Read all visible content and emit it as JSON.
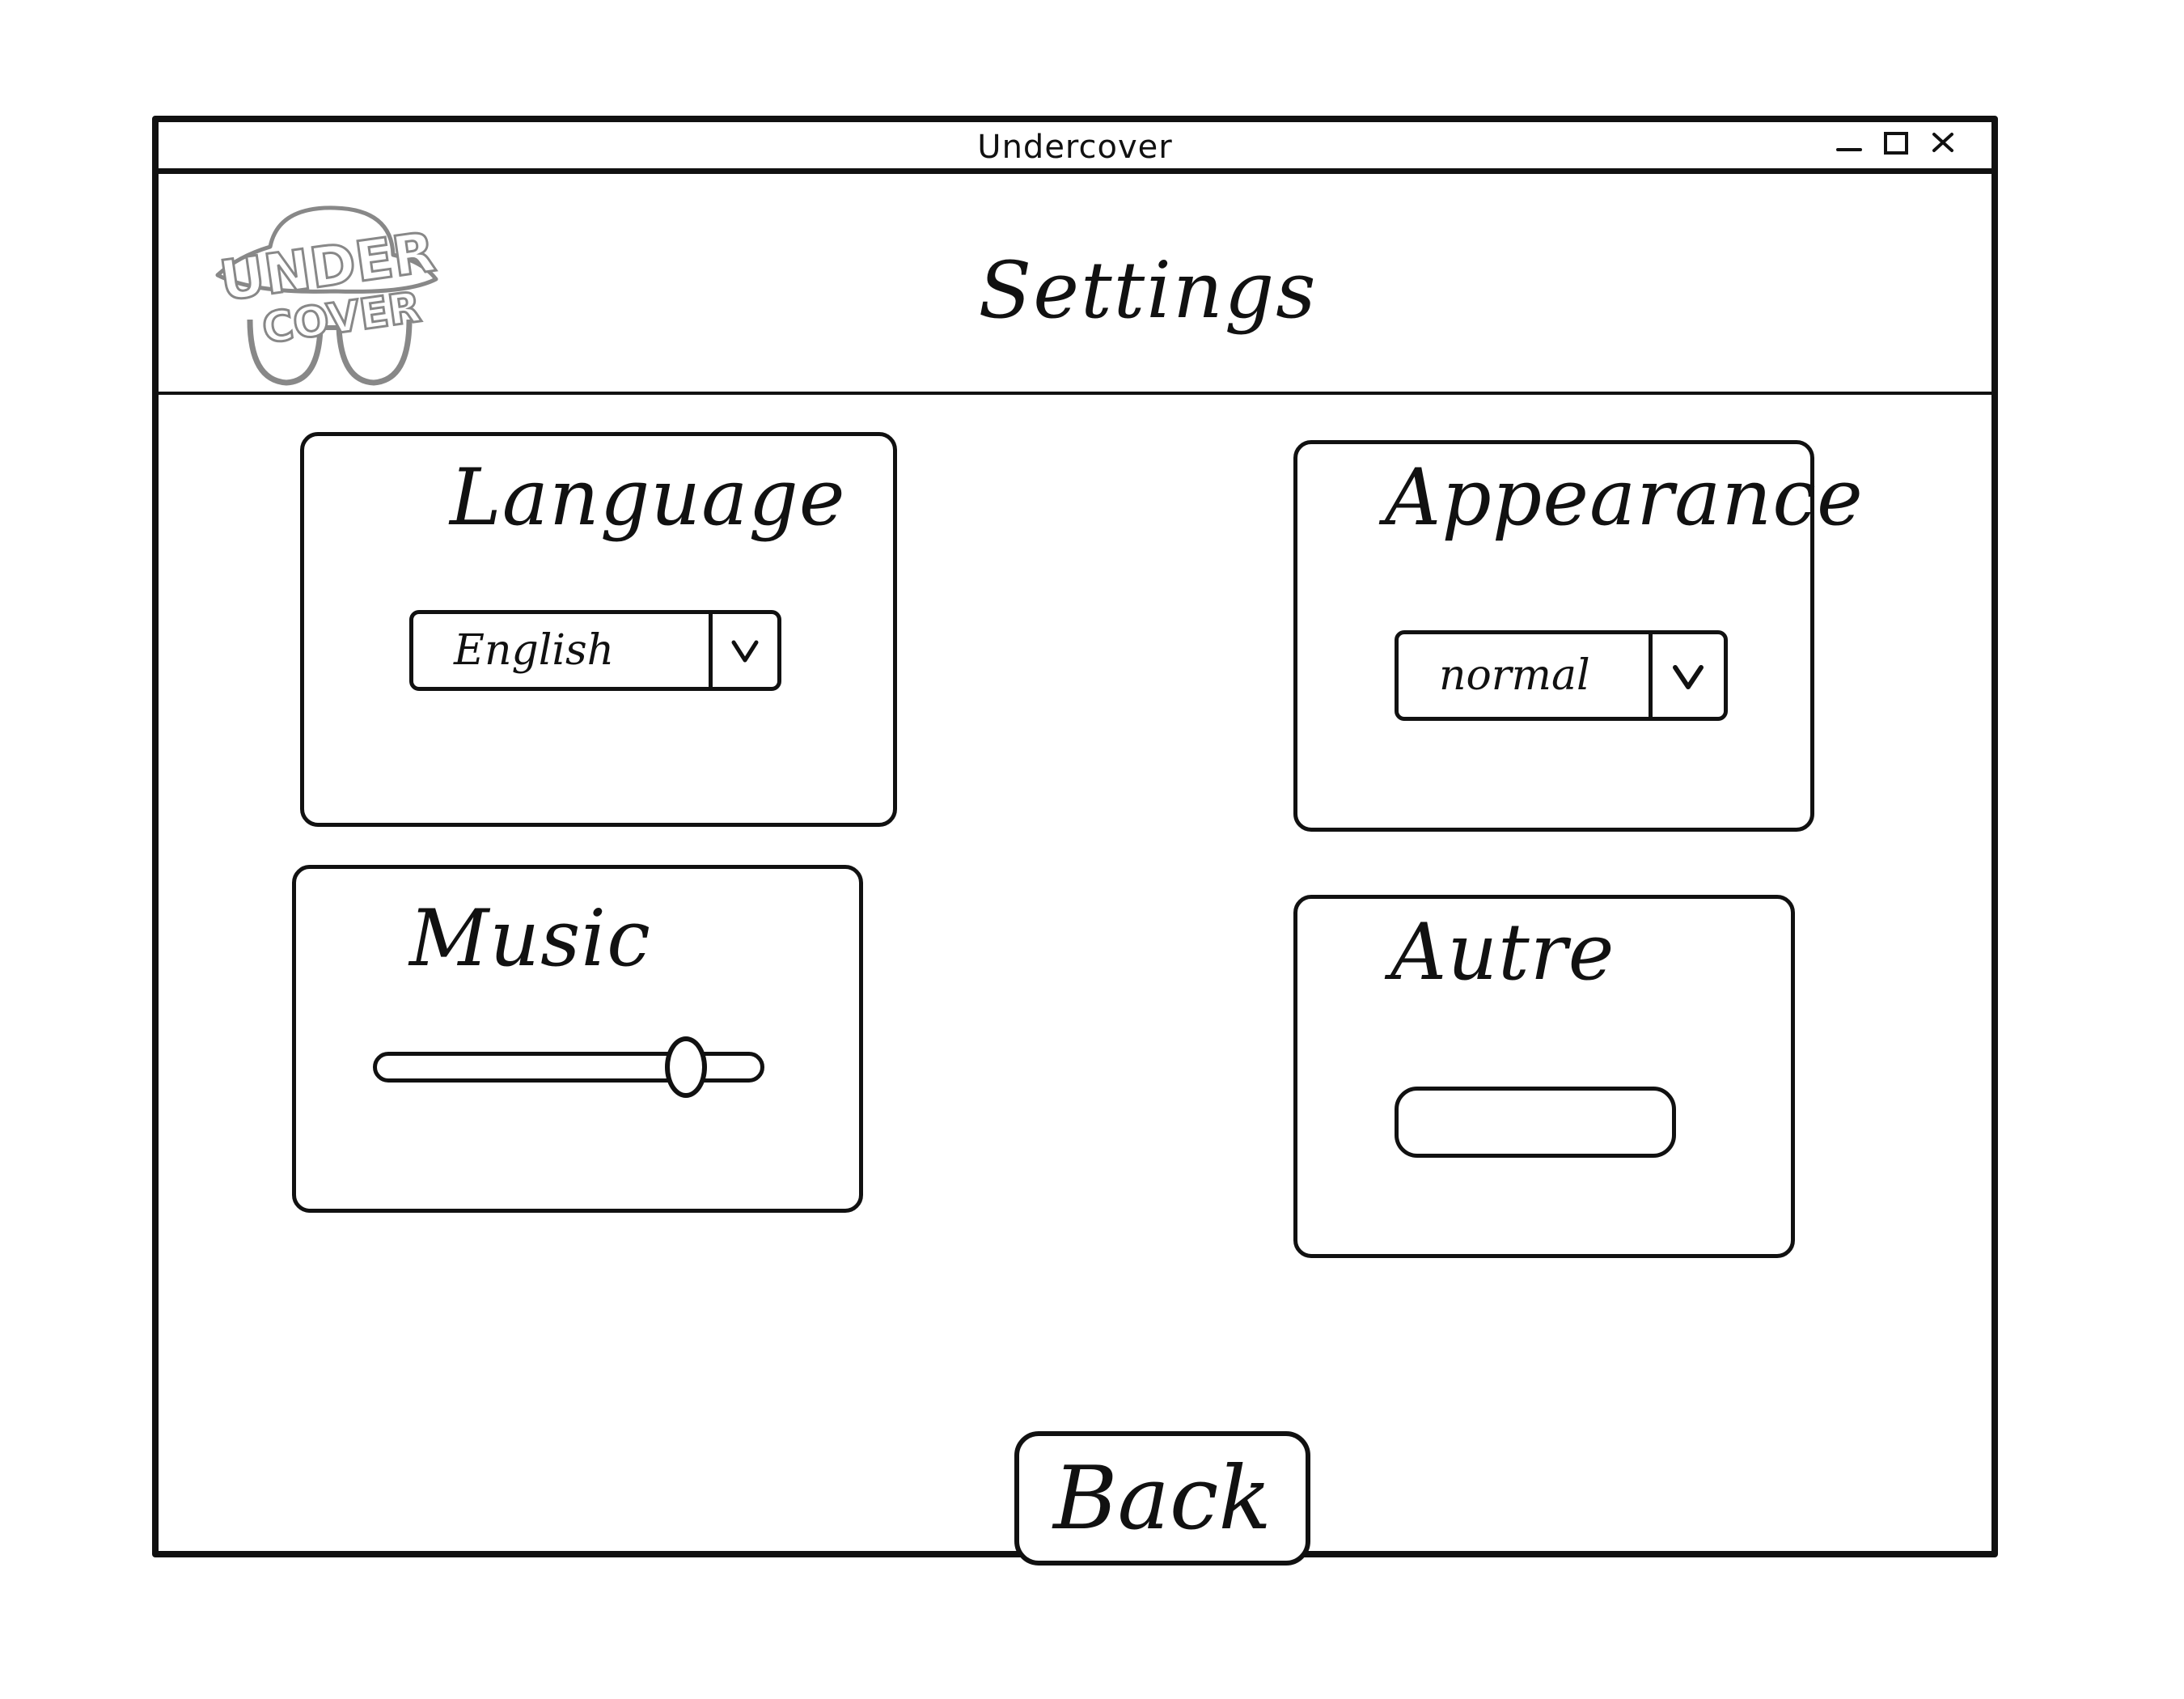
{
  "window": {
    "title": "Undercover",
    "controls": {
      "minimize_icon": "minimize-icon",
      "maximize_icon": "maximize-icon",
      "close_icon": "close-icon"
    }
  },
  "header": {
    "logo_top": "UNDER",
    "logo_bottom": "COVER",
    "title": "Settings"
  },
  "cards": {
    "language": {
      "title": "Language",
      "selected": "English",
      "arrow_icon": "chevron-down-icon"
    },
    "appearance": {
      "title": "Appearance",
      "selected": "normal",
      "arrow_icon": "chevron-down-icon"
    },
    "music": {
      "title": "Music",
      "volume_fraction": 0.8
    },
    "autre": {
      "title": "Autre",
      "value": ""
    }
  },
  "footer": {
    "back_label": "Back"
  },
  "colors": {
    "ink": "#111111",
    "background": "#ffffff",
    "logo_stroke": "#888888"
  }
}
